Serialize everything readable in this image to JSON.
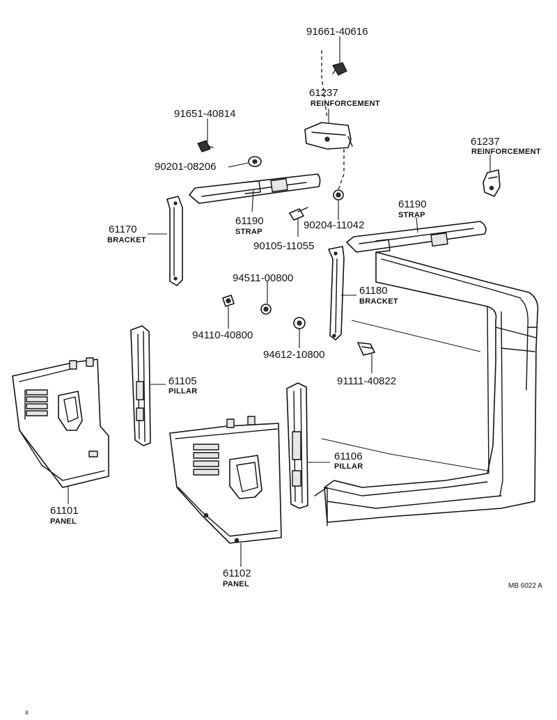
{
  "callouts": {
    "c91661": {
      "part": "91661-40616",
      "name": ""
    },
    "c61237a": {
      "part": "61237",
      "name": "REINFORCEMENT"
    },
    "c91651": {
      "part": "91651-40814",
      "name": ""
    },
    "c90201": {
      "part": "90201-08206",
      "name": ""
    },
    "c61237b": {
      "part": "61237",
      "name": "REINFORCEMENT"
    },
    "c61190a": {
      "part": "61190",
      "name": "STRAP"
    },
    "c61190b": {
      "part": "61190",
      "name": "STRAP"
    },
    "c90204": {
      "part": "90204-11042",
      "name": ""
    },
    "c61170": {
      "part": "61170",
      "name": "BRACKET"
    },
    "c90105": {
      "part": "90105-11055",
      "name": ""
    },
    "c94511": {
      "part": "94511-00800",
      "name": ""
    },
    "c61180": {
      "part": "61180",
      "name": "BRACKET"
    },
    "c94110": {
      "part": "94110-40800",
      "name": ""
    },
    "c94612": {
      "part": "94612-10800",
      "name": ""
    },
    "c61105": {
      "part": "61105",
      "name": "PILLAR"
    },
    "c91111": {
      "part": "91111-40822",
      "name": ""
    },
    "c61106": {
      "part": "61106",
      "name": "PILLAR"
    },
    "c61101": {
      "part": "61101",
      "name": "PANEL"
    },
    "c61102": {
      "part": "61102",
      "name": "PANEL"
    }
  },
  "drawing_code": "MB 6022 A",
  "corner_mark": "x"
}
